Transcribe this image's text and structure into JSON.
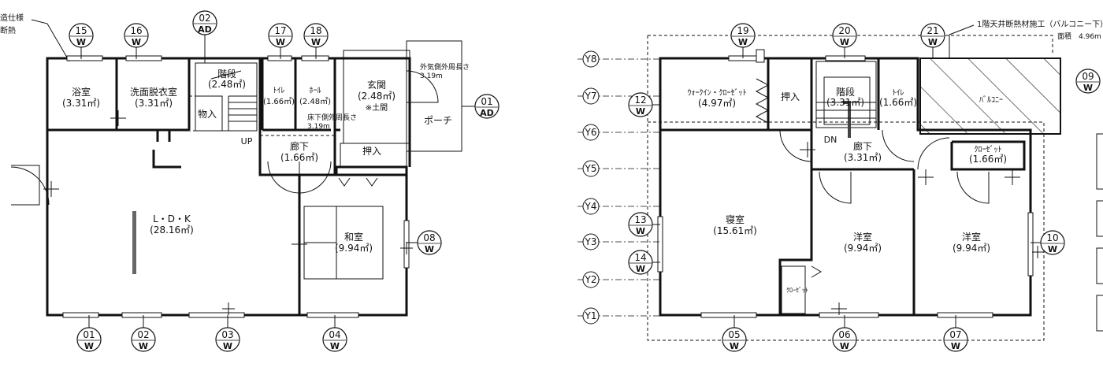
{
  "top_notes": {
    "left_line1": "造仕様",
    "left_line2": "断熱",
    "right_line1": "1階天井断熱材施工（バルコニー下）",
    "right_line2": "面積　4.96m"
  },
  "floor1": {
    "rooms": {
      "bath": {
        "name": "浴室",
        "area": "(3.31㎡)"
      },
      "dressing": {
        "name": "洗面脱衣室",
        "area": "(3.31㎡)"
      },
      "stairs": {
        "name": "階段",
        "area": "(2.48㎡)"
      },
      "storage": {
        "name": "物入"
      },
      "toilet": {
        "name": "ﾄｲﾚ",
        "area": "(1.66㎡)"
      },
      "hall": {
        "name": "ﾎｰﾙ",
        "area": "(2.48㎡)"
      },
      "entrance": {
        "name": "玄関",
        "area": "(2.48㎡)",
        "note": "※土間"
      },
      "porch": {
        "name": "ポーチ"
      },
      "corridor": {
        "name": "廊下",
        "area": "(1.66㎡)"
      },
      "closet": {
        "name": "押入"
      },
      "ldk": {
        "name": "L・D・K",
        "area": "(28.16㎡)"
      },
      "washitsu": {
        "name": "和室",
        "area": "(9.94㎡)"
      }
    },
    "notes": {
      "up": "UP",
      "outer_perimeter": "外気側外周長さ",
      "outer_perimeter_value": "3.19m",
      "floor_perimeter": "床下側外周長さ",
      "floor_perimeter_value": "3.19m"
    }
  },
  "floor2": {
    "rooms": {
      "wic": {
        "name": "ｳｫｰｸｲﾝ・ｸﾛｰｾﾞｯﾄ",
        "area": "(4.97㎡)"
      },
      "closet": {
        "name": "押入"
      },
      "stairs": {
        "name": "階段",
        "area": "(3.31㎡)"
      },
      "toilet": {
        "name": "ﾄｲﾚ",
        "area": "(1.66㎡)"
      },
      "balcony": {
        "name": "ﾊﾞﾙｺﾆｰ"
      },
      "corridor": {
        "name": "廊下",
        "area": "(3.31㎡)"
      },
      "closet2": {
        "name": "ｸﾛｰｾﾞｯﾄ",
        "area": "(1.66㎡)"
      },
      "bedroom": {
        "name": "寝室",
        "area": "(15.61㎡)"
      },
      "western1": {
        "name": "洋室",
        "area": "(9.94㎡)"
      },
      "western2": {
        "name": "洋室",
        "area": "(9.94㎡)"
      },
      "closet3": {
        "name": "ｸﾛｰｾﾞｯﾄ"
      }
    },
    "notes": {
      "dn": "DN"
    }
  },
  "grid_labels": [
    "Y8",
    "Y7",
    "Y6",
    "Y5",
    "Y4",
    "Y3",
    "Y2",
    "Y1"
  ],
  "window_markers": {
    "m15": {
      "num": "15",
      "type": "W"
    },
    "m16": {
      "num": "16",
      "type": "W"
    },
    "m02ad": {
      "num": "02",
      "type": "AD"
    },
    "m17": {
      "num": "17",
      "type": "W"
    },
    "m18": {
      "num": "18",
      "type": "W"
    },
    "m01ad": {
      "num": "01",
      "type": "AD"
    },
    "m08": {
      "num": "08",
      "type": "W"
    },
    "m01": {
      "num": "01",
      "type": "W"
    },
    "m02": {
      "num": "02",
      "type": "W"
    },
    "m03": {
      "num": "03",
      "type": "W"
    },
    "m04": {
      "num": "04",
      "type": "W"
    },
    "m19": {
      "num": "19",
      "type": "W"
    },
    "m20": {
      "num": "20",
      "type": "W"
    },
    "m21": {
      "num": "21",
      "type": "W"
    },
    "m09": {
      "num": "09",
      "type": "W"
    },
    "m12": {
      "num": "12",
      "type": "W"
    },
    "m13": {
      "num": "13",
      "type": "W"
    },
    "m14": {
      "num": "14",
      "type": "W"
    },
    "m10": {
      "num": "10",
      "type": "W"
    },
    "m05": {
      "num": "05",
      "type": "W"
    },
    "m06": {
      "num": "06",
      "type": "W"
    },
    "m07": {
      "num": "07",
      "type": "W"
    }
  }
}
